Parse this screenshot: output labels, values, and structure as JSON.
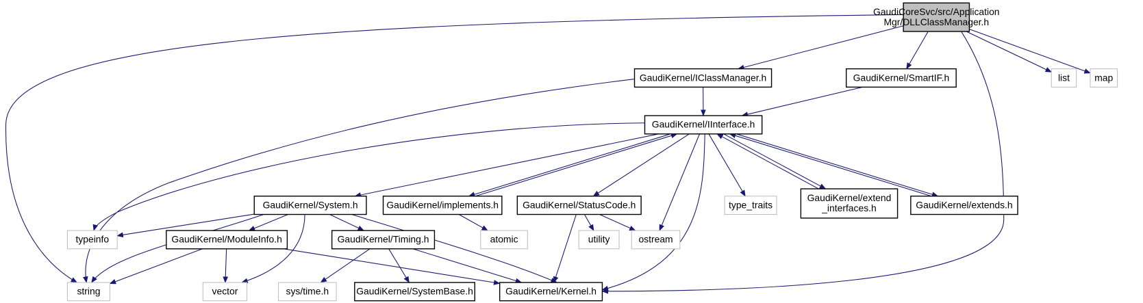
{
  "colors": {
    "edge": "#191970",
    "main_fill": "#bfbfbf",
    "node_border": "#000000",
    "external_border": "#bfbfbf"
  },
  "nodes": [
    {
      "id": "main",
      "label": [
        "GaudiCoreSvc/src/Application",
        "Mgr/DLLClassManager.h"
      ],
      "kind": "main"
    },
    {
      "id": "icm",
      "label": [
        "GaudiKernel/IClassManager.h"
      ],
      "kind": "local"
    },
    {
      "id": "smartif",
      "label": [
        "GaudiKernel/SmartIF.h"
      ],
      "kind": "local"
    },
    {
      "id": "list",
      "label": [
        "list"
      ],
      "kind": "external"
    },
    {
      "id": "map",
      "label": [
        "map"
      ],
      "kind": "external"
    },
    {
      "id": "iinterface",
      "label": [
        "GaudiKernel/IInterface.h"
      ],
      "kind": "local"
    },
    {
      "id": "system",
      "label": [
        "GaudiKernel/System.h"
      ],
      "kind": "local"
    },
    {
      "id": "implements",
      "label": [
        "GaudiKernel/implements.h"
      ],
      "kind": "local"
    },
    {
      "id": "statuscode",
      "label": [
        "GaudiKernel/StatusCode.h"
      ],
      "kind": "local"
    },
    {
      "id": "type_traits",
      "label": [
        "type_traits"
      ],
      "kind": "external"
    },
    {
      "id": "extend_interfaces",
      "label": [
        "GaudiKernel/extend",
        "_interfaces.h"
      ],
      "kind": "local"
    },
    {
      "id": "extends",
      "label": [
        "GaudiKernel/extends.h"
      ],
      "kind": "local"
    },
    {
      "id": "typeinfo",
      "label": [
        "typeinfo"
      ],
      "kind": "external"
    },
    {
      "id": "moduleinfo",
      "label": [
        "GaudiKernel/ModuleInfo.h"
      ],
      "kind": "local"
    },
    {
      "id": "timing",
      "label": [
        "GaudiKernel/Timing.h"
      ],
      "kind": "local"
    },
    {
      "id": "atomic",
      "label": [
        "atomic"
      ],
      "kind": "external"
    },
    {
      "id": "utility",
      "label": [
        "utility"
      ],
      "kind": "external"
    },
    {
      "id": "ostream",
      "label": [
        "ostream"
      ],
      "kind": "external"
    },
    {
      "id": "string",
      "label": [
        "string"
      ],
      "kind": "external"
    },
    {
      "id": "vector",
      "label": [
        "vector"
      ],
      "kind": "external"
    },
    {
      "id": "systime",
      "label": [
        "sys/time.h"
      ],
      "kind": "external"
    },
    {
      "id": "systembase",
      "label": [
        "GaudiKernel/SystemBase.h"
      ],
      "kind": "local"
    },
    {
      "id": "kernel",
      "label": [
        "GaudiKernel/Kernel.h"
      ],
      "kind": "local"
    }
  ],
  "edges": [
    [
      "main",
      "string"
    ],
    [
      "main",
      "icm"
    ],
    [
      "main",
      "smartif"
    ],
    [
      "main",
      "kernel"
    ],
    [
      "main",
      "list"
    ],
    [
      "main",
      "map"
    ],
    [
      "icm",
      "iinterface"
    ],
    [
      "icm",
      "string"
    ],
    [
      "smartif",
      "iinterface"
    ],
    [
      "iinterface",
      "typeinfo"
    ],
    [
      "iinterface",
      "system"
    ],
    [
      "iinterface",
      "implements"
    ],
    [
      "implements",
      "iinterface"
    ],
    [
      "iinterface",
      "statuscode"
    ],
    [
      "iinterface",
      "ostream"
    ],
    [
      "iinterface",
      "kernel"
    ],
    [
      "iinterface",
      "type_traits"
    ],
    [
      "iinterface",
      "extend_interfaces"
    ],
    [
      "extend_interfaces",
      "iinterface"
    ],
    [
      "iinterface",
      "extends"
    ],
    [
      "extends",
      "iinterface"
    ],
    [
      "system",
      "typeinfo"
    ],
    [
      "system",
      "string"
    ],
    [
      "system",
      "moduleinfo"
    ],
    [
      "system",
      "vector"
    ],
    [
      "system",
      "timing"
    ],
    [
      "system",
      "kernel"
    ],
    [
      "implements",
      "atomic"
    ],
    [
      "statuscode",
      "utility"
    ],
    [
      "statuscode",
      "ostream"
    ],
    [
      "statuscode",
      "kernel"
    ],
    [
      "moduleinfo",
      "string"
    ],
    [
      "moduleinfo",
      "vector"
    ],
    [
      "moduleinfo",
      "kernel"
    ],
    [
      "timing",
      "systime"
    ],
    [
      "timing",
      "systembase"
    ],
    [
      "timing",
      "kernel"
    ]
  ]
}
